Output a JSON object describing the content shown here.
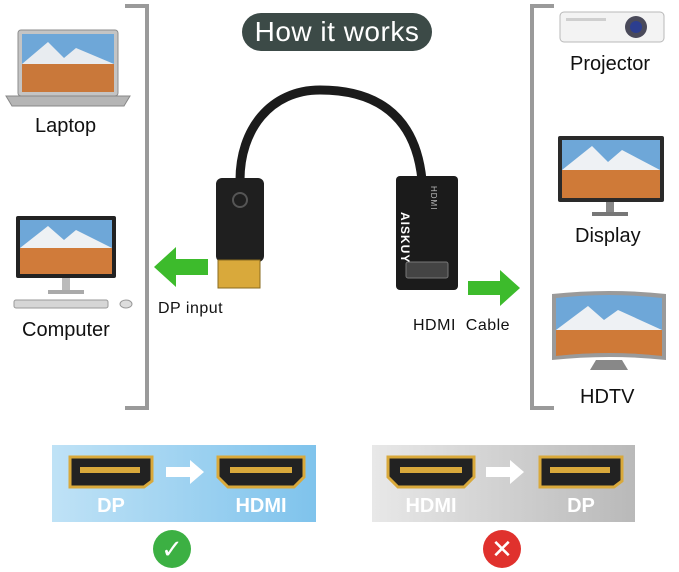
{
  "title": "How it works",
  "left_devices": {
    "laptop": "Laptop",
    "computer": "Computer"
  },
  "right_devices": {
    "projector": "Projector",
    "display": "Display",
    "hdtv": "HDTV"
  },
  "cable": {
    "dp_label": "DP input",
    "hdmi_label": "HDMI  Cable",
    "brand": "AISKUY",
    "port_text": "HDMI"
  },
  "comparison": {
    "supported": {
      "from": "DP",
      "to": "HDMI",
      "status_icon": "check-icon"
    },
    "unsupported": {
      "from": "HDMI",
      "to": "DP",
      "status_icon": "cross-icon"
    }
  },
  "colors": {
    "arrow_green": "#3dbb2c",
    "check_green": "#3cb043",
    "cross_red": "#e0312d",
    "pill": "#3c4a47"
  }
}
